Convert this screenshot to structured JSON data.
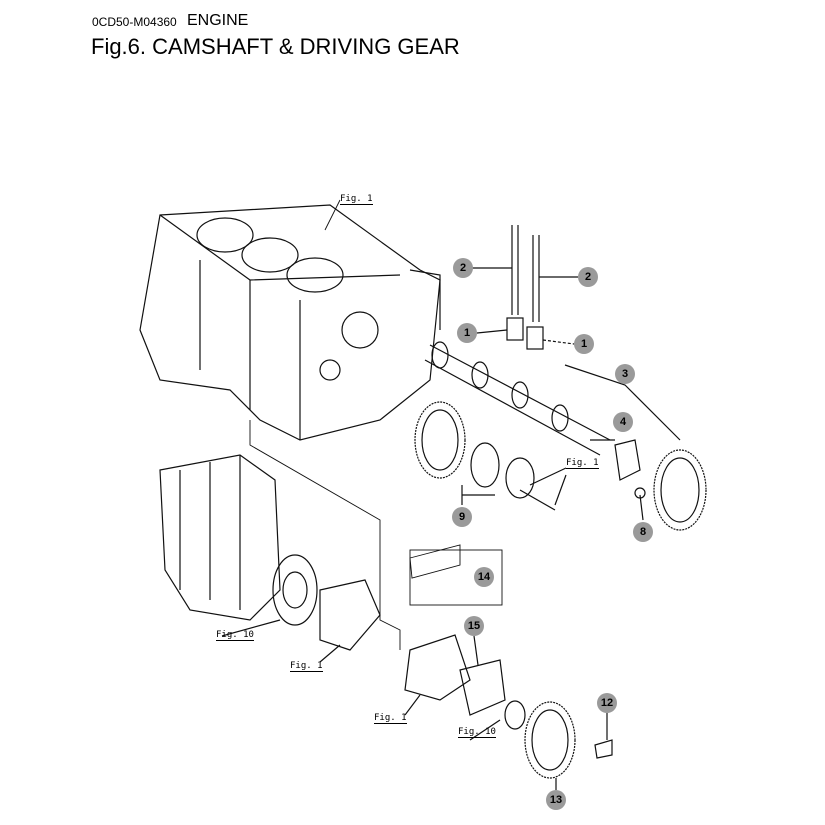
{
  "header": {
    "code": "0CD50-M04360",
    "section": "ENGINE",
    "title": "Fig.6.  CAMSHAFT & DRIVING GEAR"
  },
  "callouts": [
    "2",
    "2",
    "1",
    "1",
    "3",
    "4",
    "8",
    "9",
    "14",
    "15",
    "12",
    "13"
  ],
  "fig_refs": [
    "Fig. 1",
    "Fig. 1",
    "Fig. 10",
    "Fig. 1",
    "Fig. 1",
    "Fig. 10"
  ]
}
